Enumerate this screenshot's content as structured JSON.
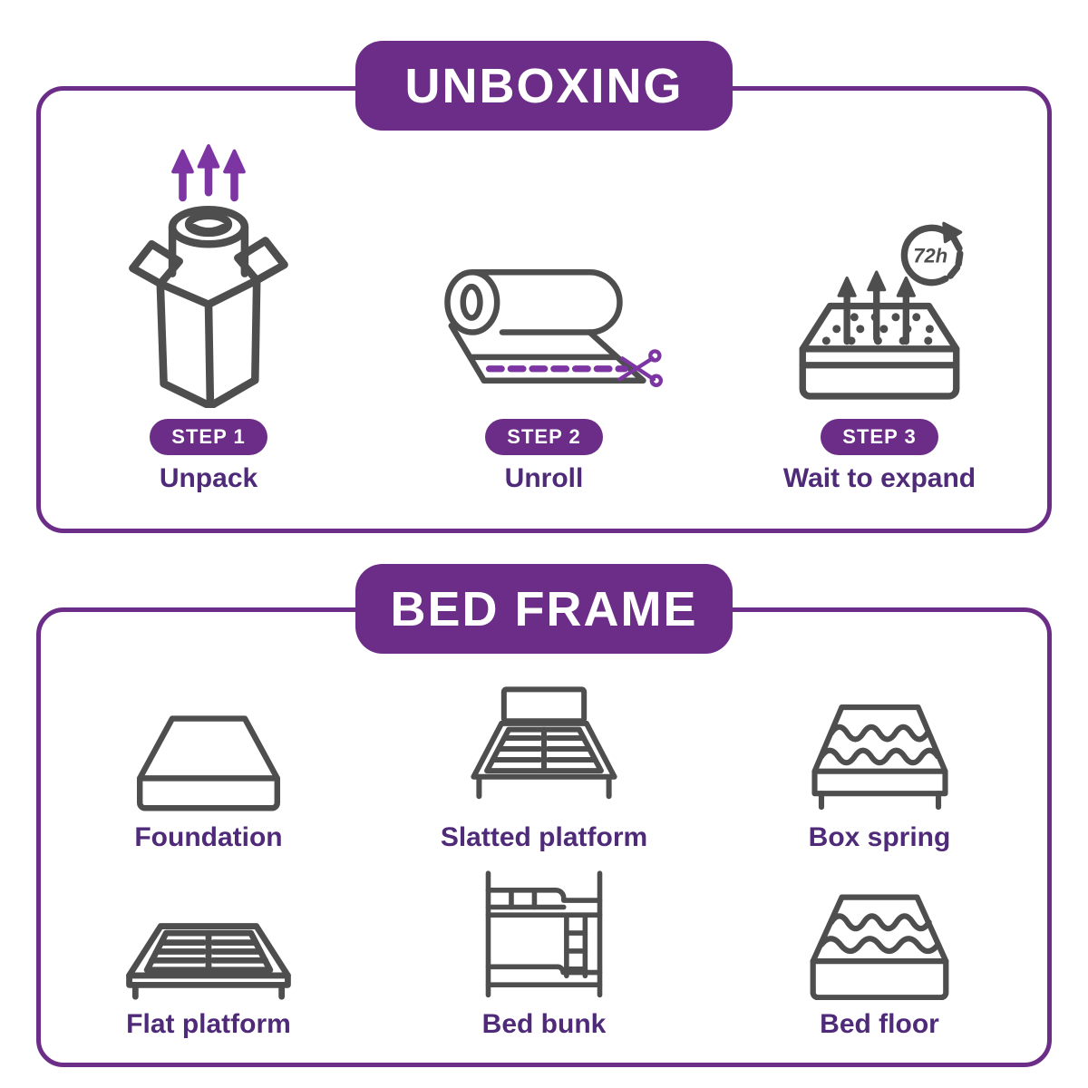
{
  "colors": {
    "header_purple": "#6B2D87",
    "accent_purple": "#7C35A3",
    "label_purple": "#4F2A78",
    "icon_gray": "#4E4E4E",
    "background": "#FFFFFF"
  },
  "unboxing": {
    "title": "UNBOXING",
    "steps": [
      {
        "badge": "STEP 1",
        "label": "Unpack",
        "icon": "unpack-box-icon"
      },
      {
        "badge": "STEP 2",
        "label": "Unroll",
        "icon": "unroll-mattress-icon"
      },
      {
        "badge": "STEP 3",
        "label": "Wait to expand",
        "icon": "expand-mattress-icon",
        "annotation": "72h"
      }
    ]
  },
  "bed_frame": {
    "title": "BED FRAME",
    "items": [
      {
        "label": "Foundation",
        "icon": "foundation-icon"
      },
      {
        "label": "Slatted platform",
        "icon": "slatted-platform-icon"
      },
      {
        "label": "Box spring",
        "icon": "box-spring-icon"
      },
      {
        "label": "Flat platform",
        "icon": "flat-platform-icon"
      },
      {
        "label": "Bed bunk",
        "icon": "bunk-bed-icon"
      },
      {
        "label": "Bed floor",
        "icon": "bed-floor-icon"
      }
    ]
  }
}
